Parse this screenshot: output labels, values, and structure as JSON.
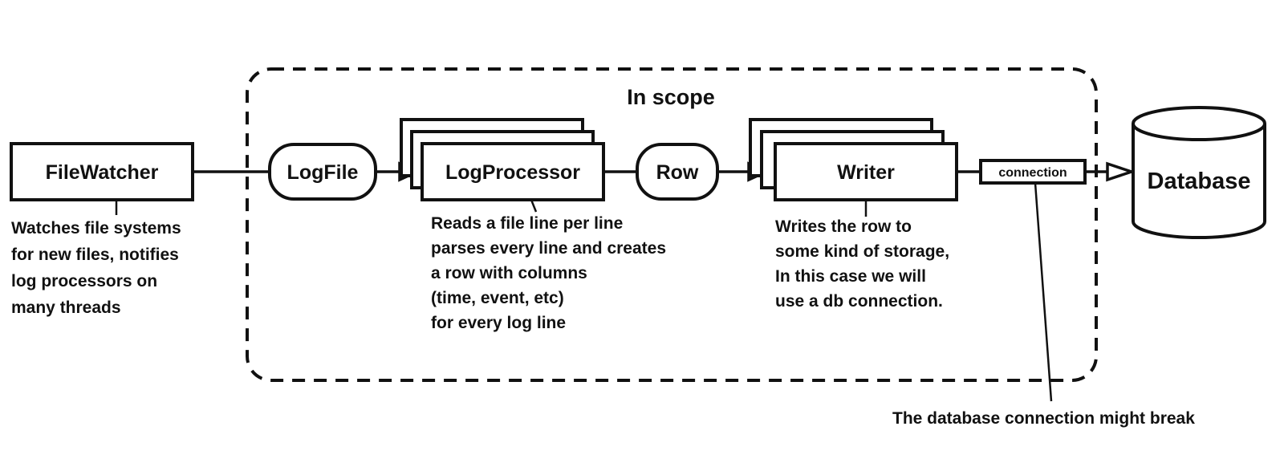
{
  "scope": {
    "title": "In scope"
  },
  "nodes": {
    "filewatcher": "FileWatcher",
    "logfile": "LogFile",
    "logprocessor": "LogProcessor",
    "row": "Row",
    "writer": "Writer",
    "connection": "connection",
    "database": "Database"
  },
  "notes": {
    "filewatcher": [
      "Watches file systems",
      "for new files, notifies",
      "log processors on",
      "many threads"
    ],
    "logprocessor": [
      "Reads a file line per line",
      "parses every line and creates",
      "a row with columns",
      "(time, event, etc)",
      "for every log line"
    ],
    "writer": [
      "Writes the row to",
      "some kind of storage,",
      "In this case we will",
      "use a db connection."
    ],
    "connection": "The database connection might break"
  }
}
